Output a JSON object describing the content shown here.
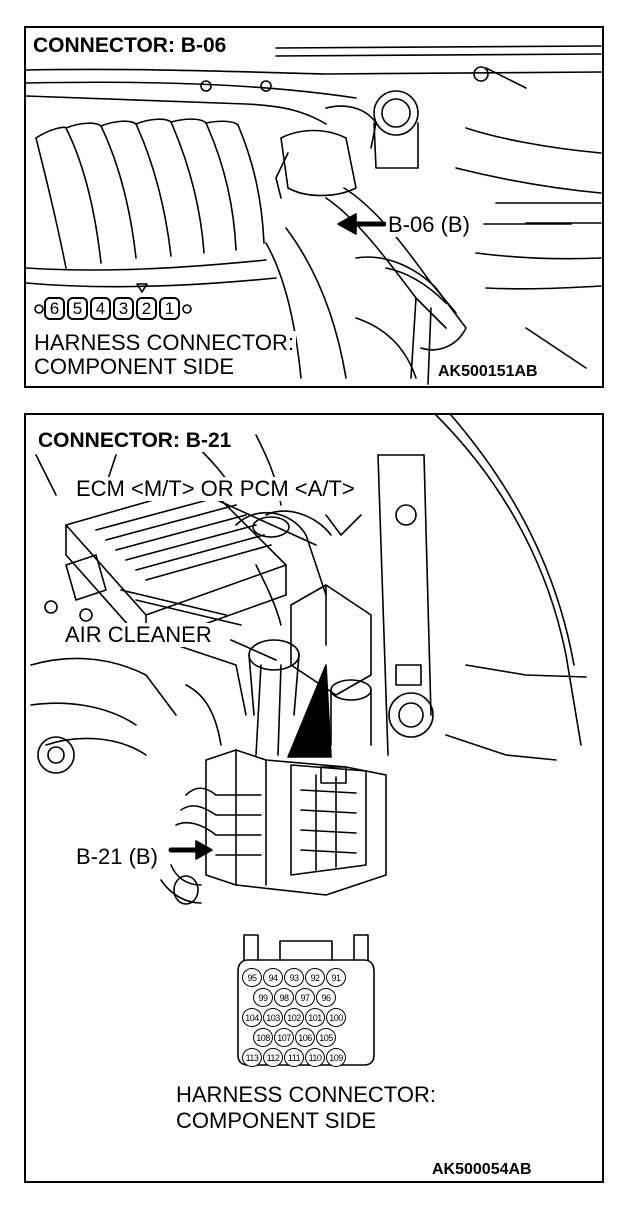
{
  "panel_top": {
    "title": "CONNECTOR: B-06",
    "callout": "B-06 (B)",
    "pins": [
      "6",
      "5",
      "4",
      "3",
      "2",
      "1"
    ],
    "label_line1": "HARNESS CONNECTOR:",
    "label_line2": "COMPONENT SIDE",
    "code": "AK500151AB"
  },
  "panel_bottom": {
    "title": "CONNECTOR: B-21",
    "ecm_label": "ECM <M/T> OR PCM <A/T>",
    "air_cleaner_label": "AIR CLEANER",
    "callout": "B-21 (B)",
    "pin_rows": [
      [
        "95",
        "94",
        "93",
        "92",
        "91"
      ],
      [
        "99",
        "98",
        "97",
        "96"
      ],
      [
        "104",
        "103",
        "102",
        "101",
        "100"
      ],
      [
        "108",
        "107",
        "106",
        "105"
      ],
      [
        "113",
        "112",
        "111",
        "110",
        "109"
      ]
    ],
    "label_line1": "HARNESS CONNECTOR:",
    "label_line2": "COMPONENT SIDE",
    "code": "AK500054AB"
  }
}
